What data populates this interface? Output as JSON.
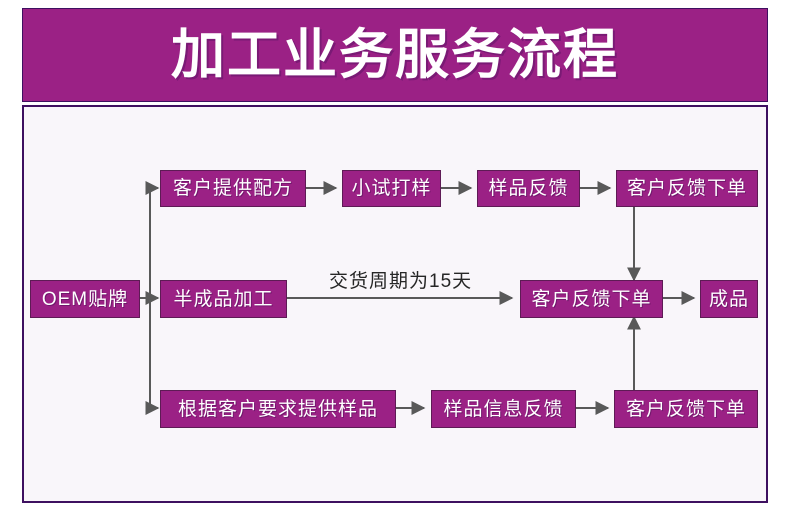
{
  "header": {
    "title": "加工业务服务流程",
    "background_color": "#9B2185",
    "text_color": "#FFFFFF"
  },
  "panel": {
    "background_color": "#F9F6FA",
    "border_color": "#3E1060"
  },
  "theme": {
    "node_fill": "#9B2185",
    "node_text": "#FFFFFF",
    "connector_color": "#595959",
    "label_text": "#262626"
  },
  "flow": {
    "start": {
      "label": "OEM贴牌"
    },
    "rows": [
      {
        "name": "top-branch",
        "nodes": [
          {
            "label": "客户提供配方"
          },
          {
            "label": "小试打样"
          },
          {
            "label": "样品反馈"
          },
          {
            "label": "客户反馈下单"
          }
        ]
      },
      {
        "name": "middle-branch",
        "edge_label": "交货周期为15天",
        "nodes": [
          {
            "label": "半成品加工"
          },
          {
            "label": "客户反馈下单"
          },
          {
            "label": "成品"
          }
        ]
      },
      {
        "name": "bottom-branch",
        "nodes": [
          {
            "label": "根据客户要求提供样品"
          },
          {
            "label": "样品信息反馈"
          },
          {
            "label": "客户反馈下单"
          }
        ]
      }
    ]
  }
}
